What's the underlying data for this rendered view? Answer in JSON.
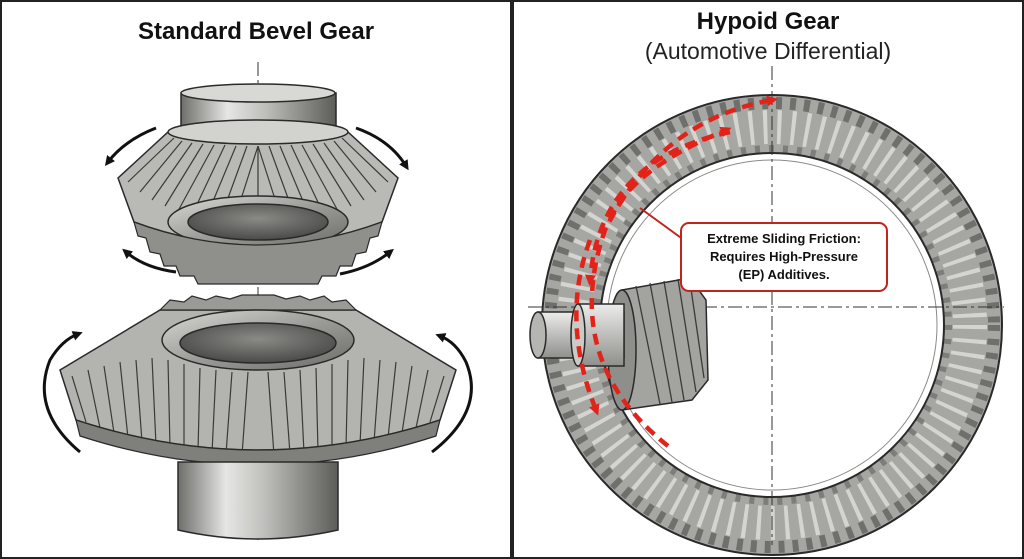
{
  "left_panel": {
    "title": "Standard Bevel Gear"
  },
  "right_panel": {
    "title": "Hypoid Gear",
    "subtitle": "(Automotive Differential)",
    "callout": {
      "line1": "Extreme Sliding Friction:",
      "line2": "Requires High-Pressure",
      "line3": "(EP) Additives."
    }
  },
  "colors": {
    "steel_light": "#e4e4e2",
    "steel_mid": "#a9a9a6",
    "steel_dark": "#5f5f5c",
    "outline": "#2a2a2a",
    "accent_red": "#e2231a",
    "callout_border": "#c0241c",
    "rotation_arrow": "#111111"
  },
  "icons": [
    "rotation-arrow-icon",
    "sliding-friction-arrow-icon"
  ]
}
